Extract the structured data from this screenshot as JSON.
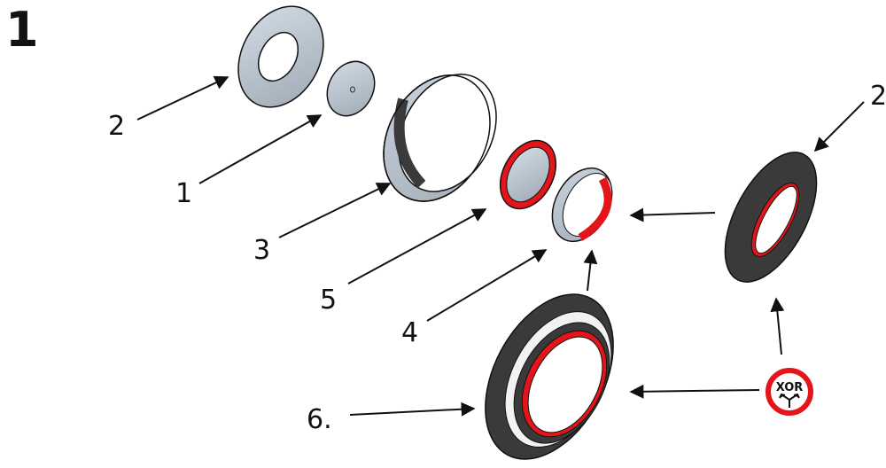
{
  "step_number": "1",
  "labels": {
    "l1": "1",
    "l2a": "2",
    "l2b": "2",
    "l3": "3",
    "l4": "4",
    "l5": "5",
    "l6": "6."
  },
  "xor_badge": {
    "text": "XOR",
    "icon": "xor-fork-icon"
  },
  "colors": {
    "gray_light": "#b8c2cc",
    "gray_dark": "#3a3a3a",
    "red": "#e4141b",
    "outline": "#111111"
  }
}
